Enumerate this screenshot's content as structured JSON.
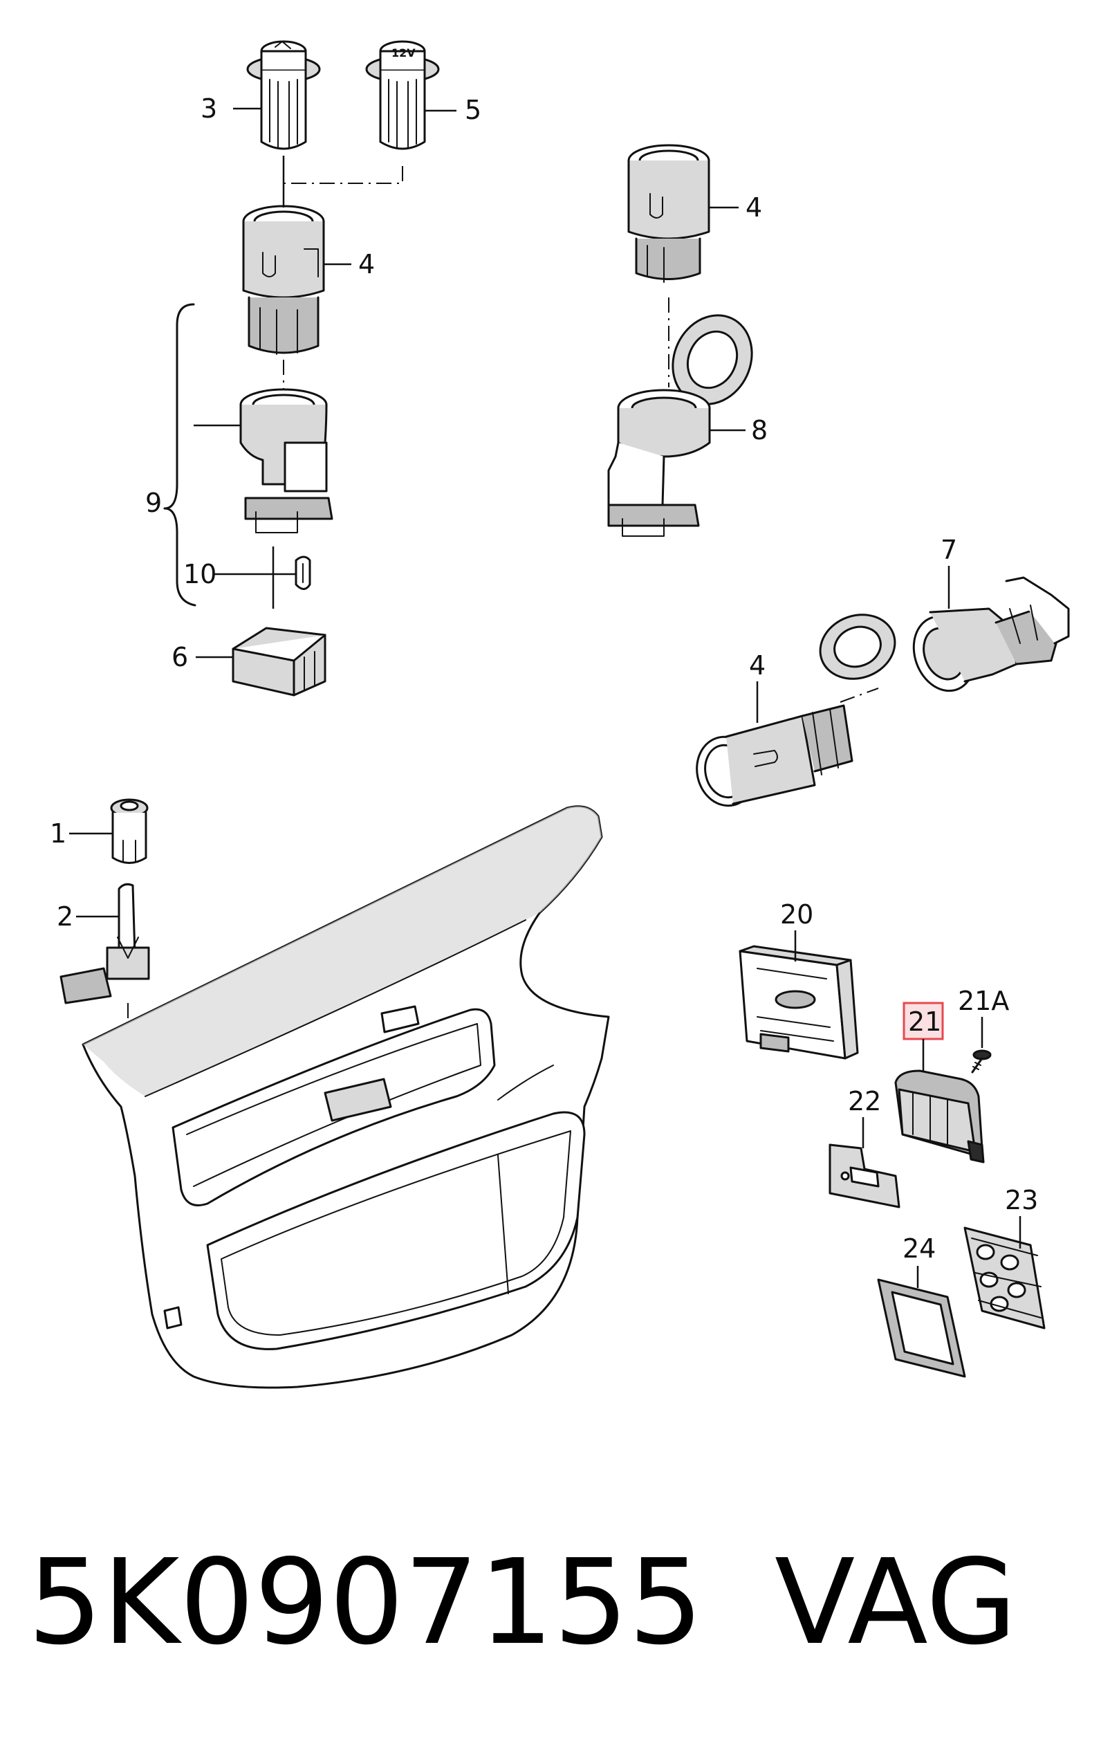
{
  "callouts": {
    "c1": "1",
    "c2": "2",
    "c3": "3",
    "c4a": "4",
    "c4b": "4",
    "c4c": "4",
    "c5": "5",
    "c6": "6",
    "c7": "7",
    "c8": "8",
    "c9": "9",
    "c10": "10",
    "c20": "20",
    "c21": "21",
    "c21a": "21A",
    "c22": "22",
    "c23": "23",
    "c24": "24"
  },
  "highlight": {
    "part": "21",
    "color": "#e8484f"
  },
  "footer": {
    "part_number": "5K0907155",
    "brand": "VAG"
  }
}
